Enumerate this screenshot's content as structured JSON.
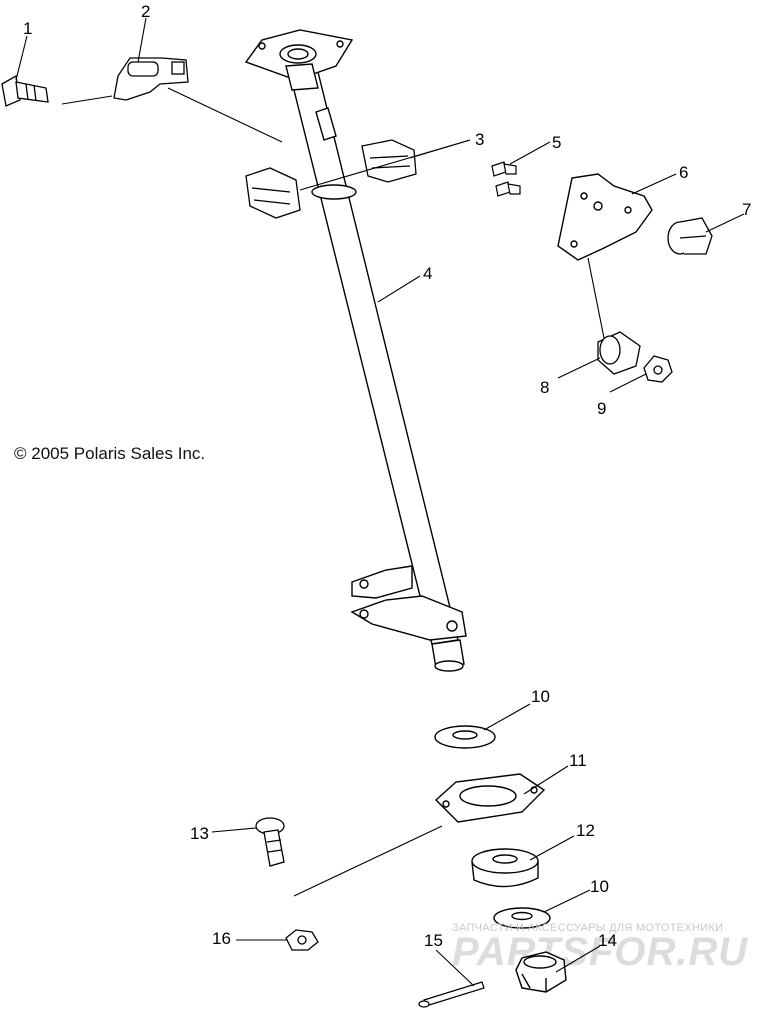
{
  "copyright": "© 2005 Polaris Sales Inc.",
  "callouts": [
    {
      "id": "c1",
      "label": "1"
    },
    {
      "id": "c2",
      "label": "2"
    },
    {
      "id": "c3",
      "label": "3"
    },
    {
      "id": "c4",
      "label": "4"
    },
    {
      "id": "c5",
      "label": "5"
    },
    {
      "id": "c6",
      "label": "6"
    },
    {
      "id": "c7",
      "label": "7"
    },
    {
      "id": "c8",
      "label": "8"
    },
    {
      "id": "c9",
      "label": "9"
    },
    {
      "id": "c10a",
      "label": "10"
    },
    {
      "id": "c11",
      "label": "11"
    },
    {
      "id": "c12",
      "label": "12"
    },
    {
      "id": "c13",
      "label": "13"
    },
    {
      "id": "c10b",
      "label": "10"
    },
    {
      "id": "c14",
      "label": "14"
    },
    {
      "id": "c15",
      "label": "15"
    },
    {
      "id": "c16",
      "label": "16"
    }
  ],
  "watermark": {
    "tagline": "ЗАПЧАСТИ И АКСЕССУАРЫ ДЛЯ МОТОТЕХНИКИ",
    "brand": "PARTSFOR.RU",
    "color": "#d9d9d9"
  }
}
